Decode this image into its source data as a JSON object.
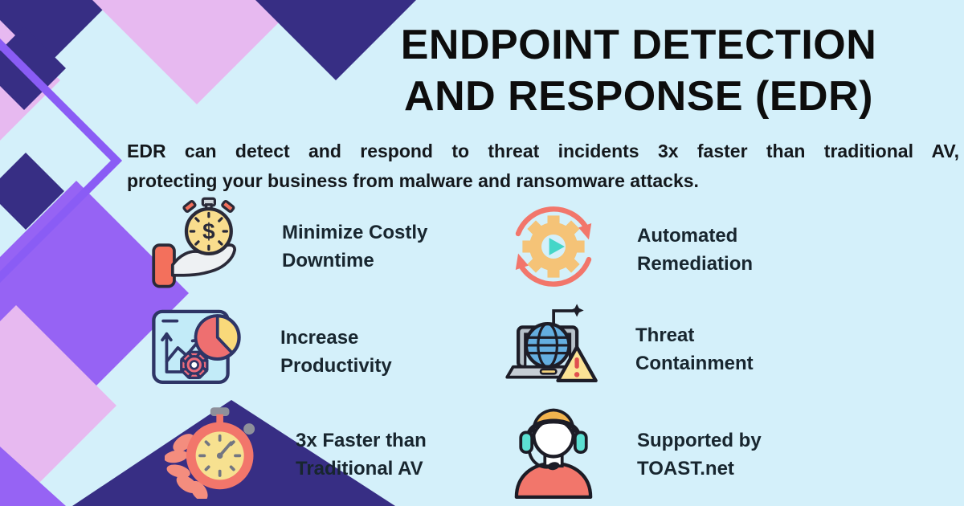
{
  "title": {
    "lines": [
      "ENDPOINT DETECTION",
      "AND RESPONSE (EDR)"
    ]
  },
  "subtitle": {
    "lines": [
      "EDR can detect and respond to threat incidents 3x faster than traditional AV,",
      "protecting your business from malware and ransomware attacks."
    ]
  },
  "features": [
    {
      "icon": "money-stopwatch-hand-icon",
      "lines": [
        "Minimize Costly",
        "Downtime"
      ]
    },
    {
      "icon": "automation-gear-refresh-icon",
      "lines": [
        "Automated",
        "Remediation"
      ]
    },
    {
      "icon": "productivity-analytics-icon",
      "lines": [
        "Increase",
        "Productivity"
      ]
    },
    {
      "icon": "threat-globe-laptop-icon",
      "lines": [
        "Threat",
        "Containment"
      ]
    },
    {
      "icon": "flaming-stopwatch-icon",
      "lines": [
        "3x Faster than",
        "Traditional AV"
      ]
    },
    {
      "icon": "support-agent-icon",
      "lines": [
        "Supported by",
        "TOAST.net"
      ]
    }
  ],
  "colors": {
    "background": "#d4f0fa",
    "indigo": "#372e84",
    "purple": "#9663f4",
    "lavender": "#e7b9f0",
    "outline_purple": "#8a5cf5",
    "title_text": "#0d0d0d",
    "label_text": "#18262f",
    "coral": "#f2766b",
    "yellow": "#f7df8e",
    "teal": "#4fd6c8",
    "orange": "#f5c377",
    "blue": "#64aee0"
  }
}
